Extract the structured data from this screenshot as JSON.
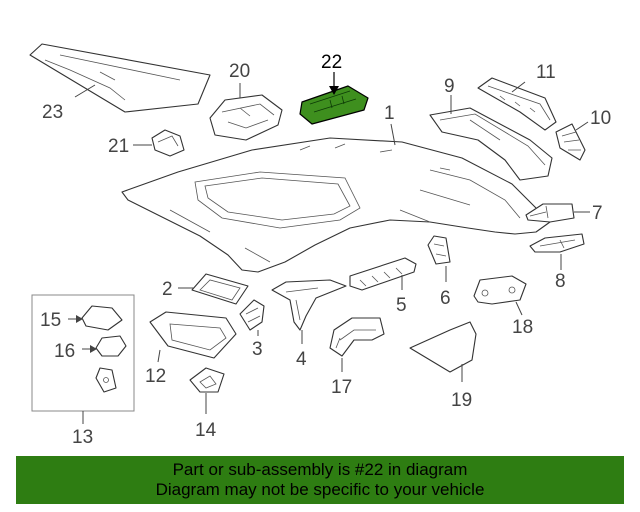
{
  "diagram": {
    "highlight_color": "#3e8f1e",
    "highlighted_callout": "22",
    "callouts": {
      "c1": "1",
      "c2": "2",
      "c3": "3",
      "c4": "4",
      "c5": "5",
      "c6": "6",
      "c7": "7",
      "c8": "8",
      "c9": "9",
      "c10": "10",
      "c11": "11",
      "c12": "12",
      "c13": "13",
      "c14": "14",
      "c15": "15",
      "c16": "16",
      "c17": "17",
      "c18": "18",
      "c19": "19",
      "c20": "20",
      "c21": "21",
      "c22": "22",
      "c23": "23"
    }
  },
  "banner": {
    "line1": "Part or sub-assembly is #22 in diagram",
    "line2": "Diagram may not be specific to your vehicle",
    "background": "#2e7d12"
  }
}
